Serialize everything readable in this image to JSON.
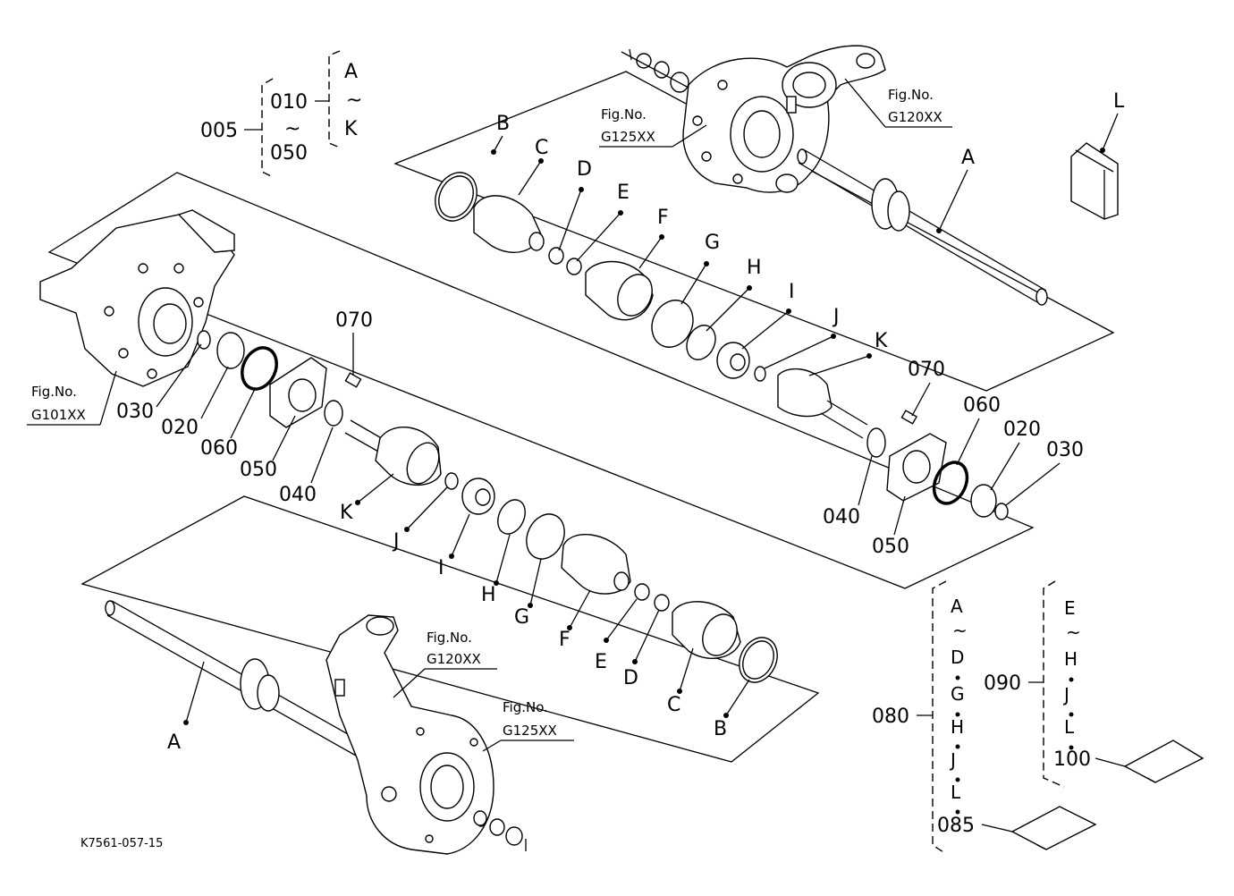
{
  "drawing_code": "K7561-057-15",
  "fig_refs": {
    "fig_no_label": "Fig.No.",
    "g101": "G101XX",
    "g120": "G120XX",
    "g125": "G125XX"
  },
  "groups": {
    "g005": {
      "num": "005",
      "top": "010",
      "tilde": "~",
      "bottom": "050",
      "range_top": "A",
      "range_tilde": "~",
      "range_bottom": "K"
    },
    "g080": {
      "num": "080",
      "items": [
        "A",
        "~",
        "D",
        "G",
        "H",
        "J",
        "L"
      ]
    },
    "g090": {
      "num": "090",
      "items": [
        "E",
        "~",
        "H",
        "J",
        "L"
      ]
    },
    "g085": "085",
    "g100": "100"
  },
  "parts": {
    "A": "A",
    "B": "B",
    "C": "C",
    "D": "D",
    "E": "E",
    "F": "F",
    "G": "G",
    "H": "H",
    "I": "I",
    "J": "J",
    "K": "K",
    "L": "L",
    "n020": "020",
    "n030": "030",
    "n040": "040",
    "n050": "050",
    "n060": "060",
    "n070": "070"
  }
}
